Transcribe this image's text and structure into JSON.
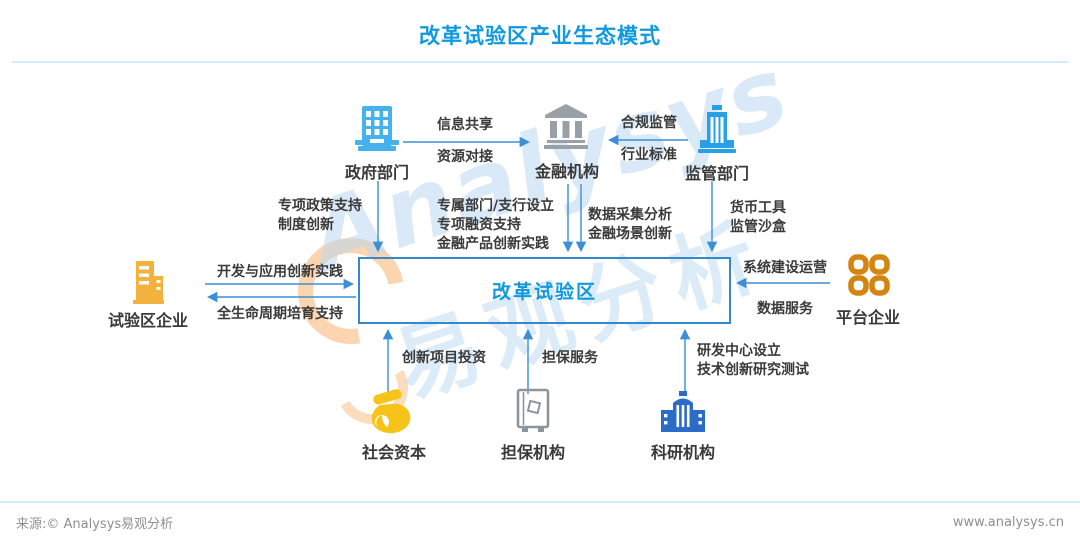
{
  "title": "改革试验区产业生态模式",
  "center": {
    "label": "改革试验区"
  },
  "nodes": {
    "government": {
      "label": "政府部门"
    },
    "finance": {
      "label": "金融机构"
    },
    "regulator": {
      "label": "监管部门"
    },
    "pilot_enterprise": {
      "label": "试验区企业"
    },
    "platform": {
      "label": "平台企业"
    },
    "social_capital": {
      "label": "社会资本"
    },
    "guarantee": {
      "label": "担保机构"
    },
    "research": {
      "label": "科研机构"
    }
  },
  "connections": {
    "gov_finance": {
      "above": "信息共享",
      "below": "资源对接"
    },
    "regulator_finance": {
      "above": "合规监管",
      "below": "行业标准"
    },
    "gov_zone": {
      "text": "专项政策支持\n制度创新"
    },
    "finance_zone_left": {
      "text": "专属部门/支行设立\n专项融资支持\n金融产品创新实践"
    },
    "finance_zone_right": {
      "text": "数据采集分析\n金融场景创新"
    },
    "regulator_zone": {
      "text": "货币工具\n监管沙盒"
    },
    "zone_pilot_top": {
      "text": "开发与应用创新实践"
    },
    "zone_pilot_bottom": {
      "text": "全生命周期培育支持"
    },
    "platform_zone_top": {
      "text": "系统建设运营"
    },
    "platform_zone_bottom": {
      "text": "数据服务"
    },
    "social_zone": {
      "text": "创新项目投资"
    },
    "guarantee_zone": {
      "text": "担保服务"
    },
    "research_zone": {
      "text": "研发中心设立\n技术创新研究测试"
    }
  },
  "watermark": {
    "en": "Analysys",
    "cn": "易观分析"
  },
  "footer": {
    "source": "来源:© Analysys易观分析",
    "website": "www.analysys.cn"
  },
  "colors": {
    "title_blue": "#1199e0",
    "arrow_blue": "#3c8ed6",
    "box_border_blue": "#3488cc",
    "icon_light_blue": "#45b2ee",
    "icon_bright_blue": "#28a0e8",
    "icon_royal_blue": "#2c6cc9",
    "icon_gray": "#9aa0a7",
    "icon_amber": "#f3b23e",
    "icon_orange": "#d4850f",
    "icon_yellow": "#f6c318",
    "label_dark": "#3a3a3a",
    "footer_gray": "#8f8f8f"
  }
}
